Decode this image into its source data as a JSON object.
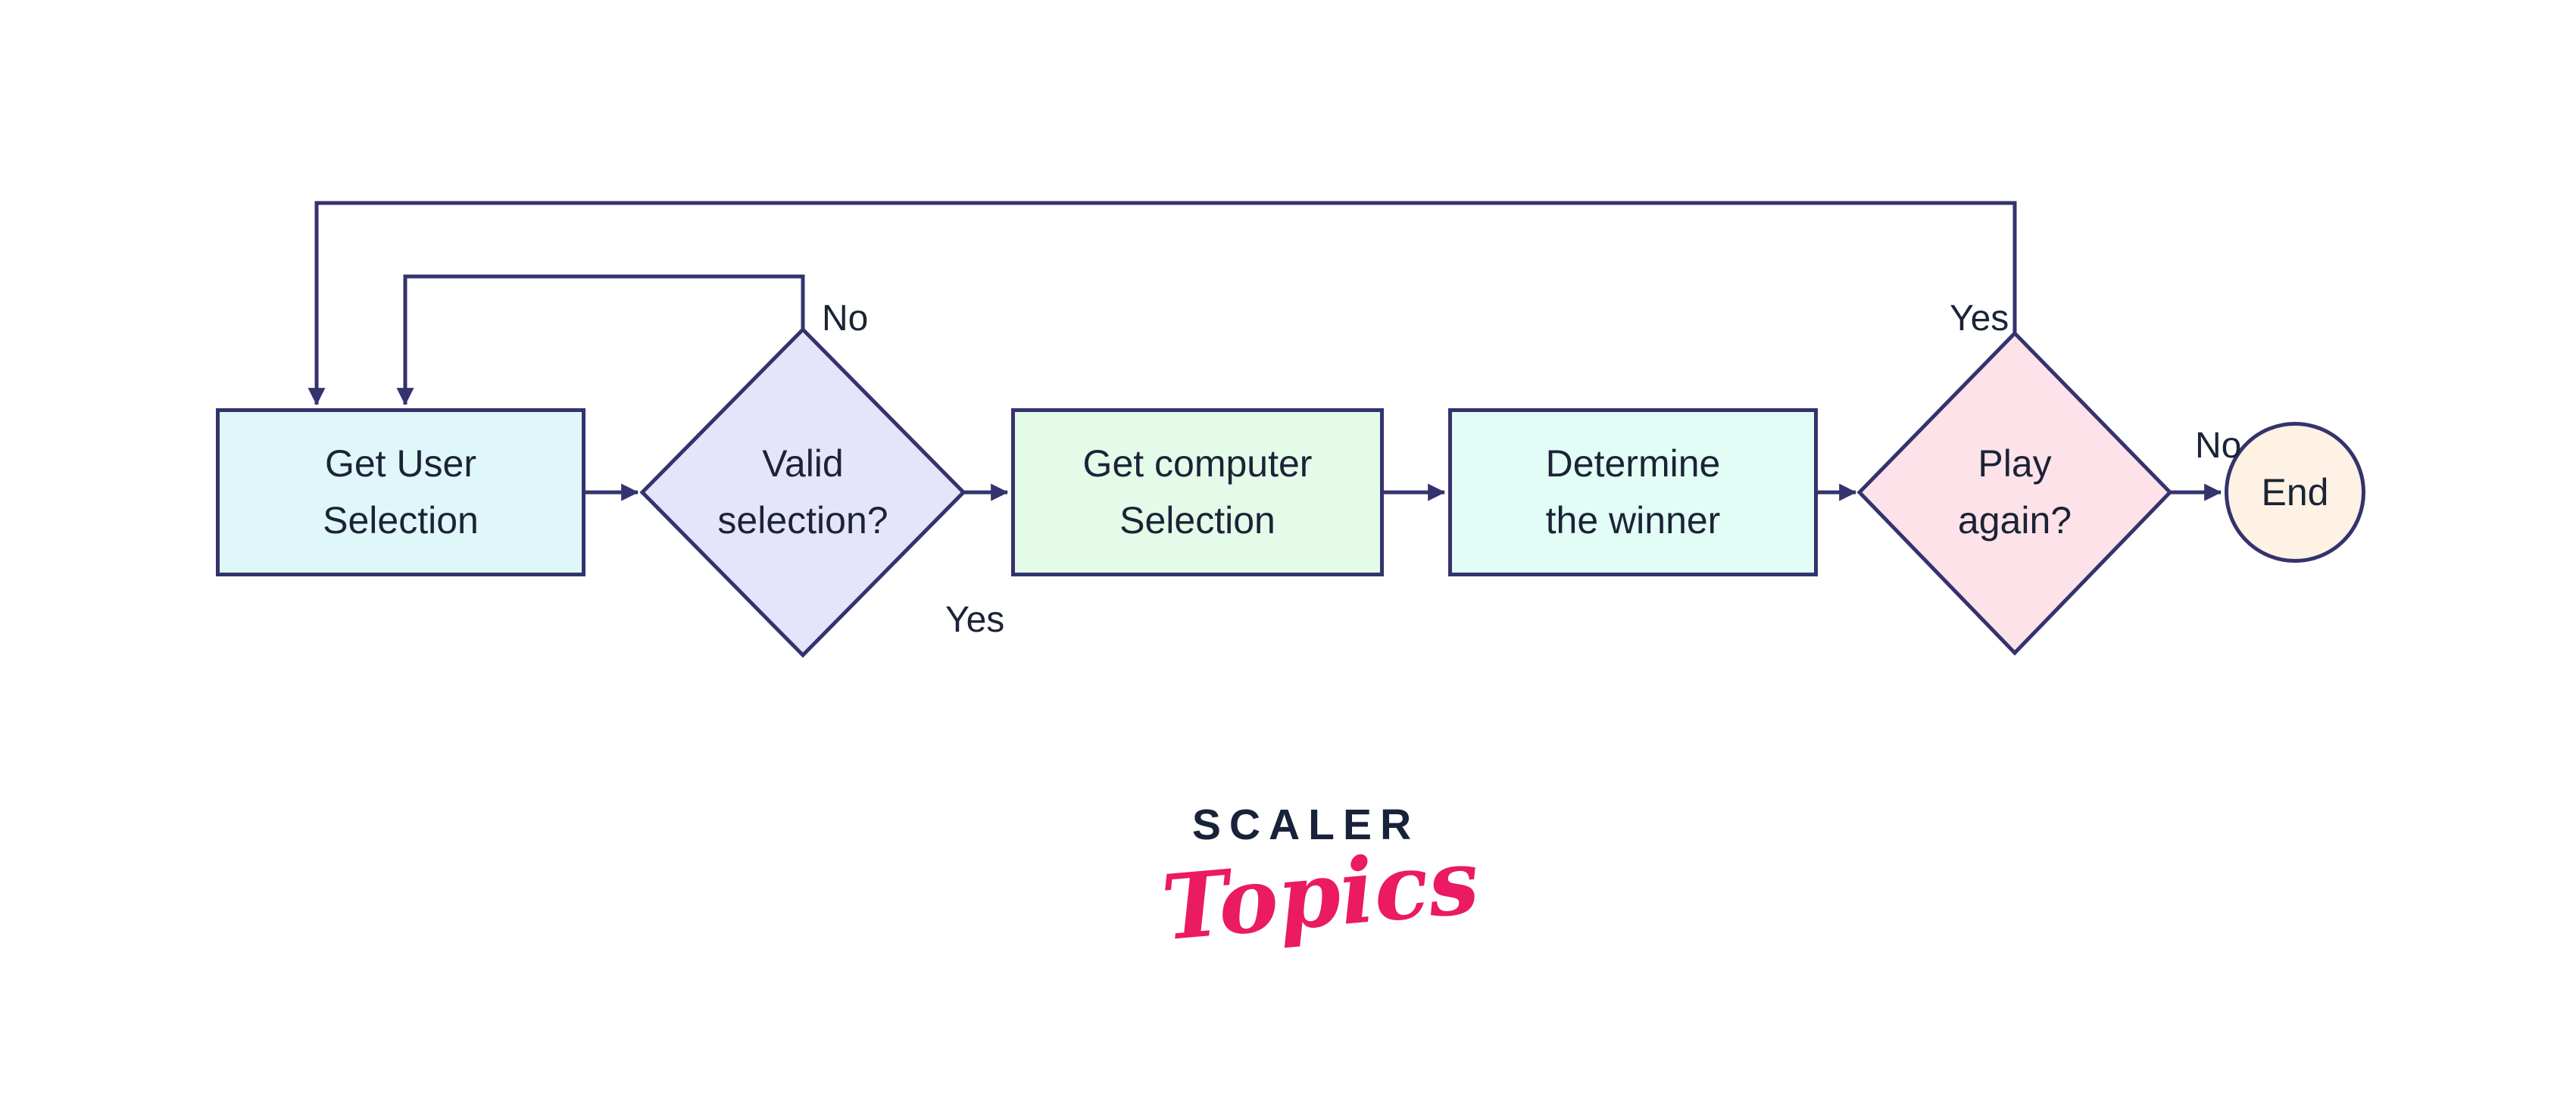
{
  "diagram": {
    "type": "flowchart",
    "line_color": "#34336e",
    "text_color": "#1c2336",
    "nodes": {
      "get_user_selection": {
        "shape": "process",
        "label": "Get User Selection",
        "line1": "Get User",
        "line2": "Selection",
        "fill": "#e0f7fa"
      },
      "valid_selection": {
        "shape": "decision",
        "label": "Valid selection?",
        "line1": "Valid",
        "line2": "selection?",
        "fill": "#e6e4fb"
      },
      "get_computer_selection": {
        "shape": "process",
        "label": "Get computer Selection",
        "line1": "Get computer",
        "line2": "Selection",
        "fill": "#e4fbe9"
      },
      "determine_winner": {
        "shape": "process",
        "label": "Determine the winner",
        "line1": "Determine",
        "line2": "the winner",
        "fill": "#e1fdf6"
      },
      "play_again": {
        "shape": "decision",
        "label": "Play again?",
        "line1": "Play",
        "line2": "again?",
        "fill": "#fde3e9"
      },
      "end": {
        "shape": "terminator",
        "label": "End",
        "fill": "#fdf2e3"
      }
    },
    "edges": [
      {
        "from": "get_user_selection",
        "to": "valid_selection",
        "label": ""
      },
      {
        "from": "valid_selection",
        "to": "get_computer_selection",
        "label": "Yes"
      },
      {
        "from": "valid_selection",
        "to": "get_user_selection",
        "label": "No"
      },
      {
        "from": "get_computer_selection",
        "to": "determine_winner",
        "label": ""
      },
      {
        "from": "determine_winner",
        "to": "play_again",
        "label": ""
      },
      {
        "from": "play_again",
        "to": "get_user_selection",
        "label": "Yes"
      },
      {
        "from": "play_again",
        "to": "end",
        "label": "No"
      }
    ],
    "edge_labels": {
      "valid_no": "No",
      "valid_yes": "Yes",
      "play_yes": "Yes",
      "play_no": "No"
    }
  },
  "logo": {
    "brand": "SCALER",
    "sub": "Topics",
    "brand_color": "#18223a",
    "sub_color": "#ea1a63"
  }
}
